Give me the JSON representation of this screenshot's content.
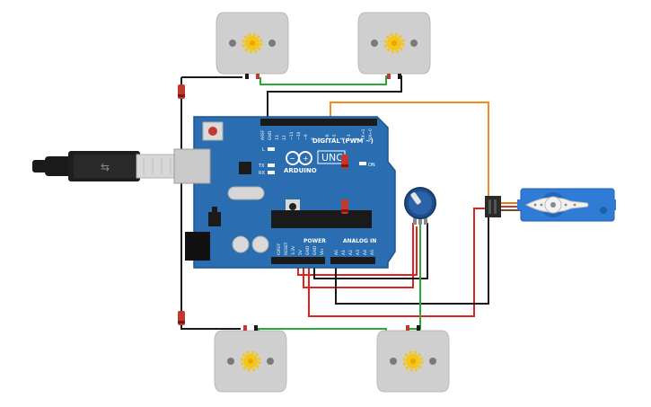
{
  "board": {
    "brand": "ARDUINO",
    "model": "UNO",
    "digital_header": "DIGITAL (PWM ~)",
    "power_header": "POWER",
    "analog_header": "ANALOG IN",
    "on_label": "ON",
    "led_l": "L",
    "led_tx": "TX",
    "led_rx": "RX",
    "top_pins": [
      "AREF",
      "GND",
      "13",
      "12",
      "~11",
      "~10",
      "~9",
      "8",
      "7",
      "~6",
      "~5",
      "4",
      "~3",
      "2",
      "TX→1",
      "RX←0"
    ],
    "power_pins": [
      "IOREF",
      "RESET",
      "3.3V",
      "5V",
      "GND",
      "GND",
      "Vin"
    ],
    "analog_pins": [
      "A0",
      "A1",
      "A2",
      "A3",
      "A4",
      "A5"
    ]
  },
  "colors": {
    "board": "#2a6db0",
    "wire_red": "#e0231f",
    "wire_black": "#1a1a1a",
    "wire_green": "#2aa838",
    "wire_orange": "#f08c1a",
    "servo": "#2f7bd6",
    "motor": "#cfcfcf",
    "gear": "#f5c518"
  },
  "components": {
    "motors": [
      "dc-motor",
      "dc-motor",
      "dc-motor",
      "dc-motor"
    ],
    "diodes": [
      "diode",
      "diode",
      "diode",
      "diode"
    ],
    "potentiometer": "potentiometer",
    "servo": "servo",
    "usb": "usb-cable"
  }
}
